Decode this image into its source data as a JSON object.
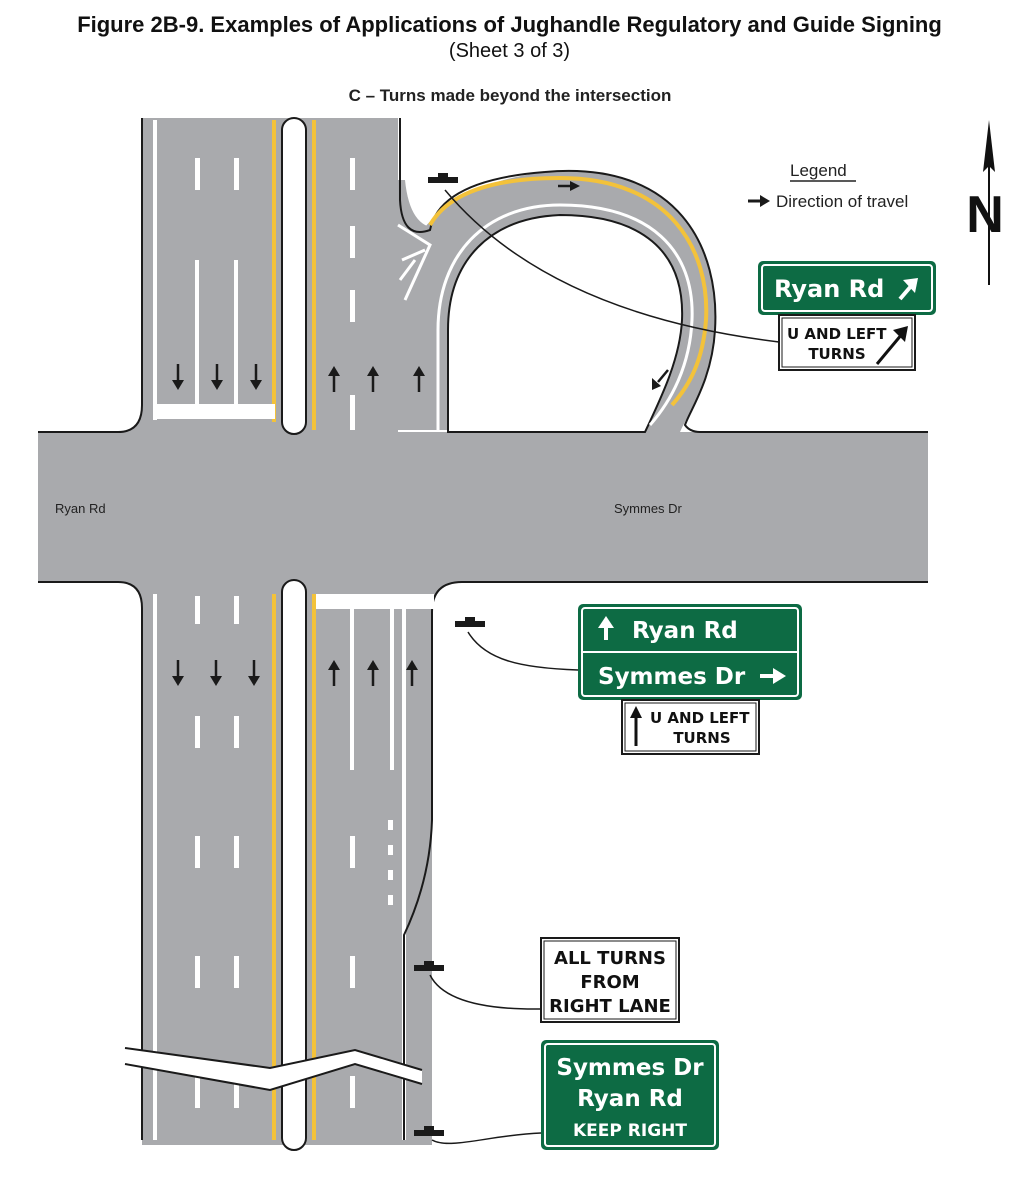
{
  "figure": {
    "title": "Figure 2B-9.  Examples of Applications of Jughandle Regulatory and Guide Signing",
    "sheet": "(Sheet 3 of 3)",
    "subtitle": "C – Turns made beyond the intersection"
  },
  "legend": {
    "heading": "Legend",
    "arrow_label": "Direction of travel"
  },
  "north": "N",
  "roads": {
    "west": "Ryan Rd",
    "east": "Symmes Dr"
  },
  "signs": {
    "jughandle_guide": {
      "line1": "Ryan Rd"
    },
    "jughandle_plaque": {
      "line1": "U  AND  LEFT",
      "line2": "TURNS"
    },
    "advance_guide": {
      "line1": "Ryan Rd",
      "line2": "Symmes  Dr"
    },
    "advance_plaque": {
      "line1": "U  AND  LEFT",
      "line2": "TURNS"
    },
    "all_turns": {
      "line1": "ALL  TURNS",
      "line2": "FROM",
      "line3": "RIGHT  LANE"
    },
    "keep_right": {
      "line1": "Symmes  Dr",
      "line2": "Ryan  Rd",
      "line3": "KEEP  RIGHT"
    }
  },
  "colors": {
    "pavement": "#a9aaad",
    "guide_green": "#0d6b44",
    "centerline_yellow": "#f3c23a"
  }
}
